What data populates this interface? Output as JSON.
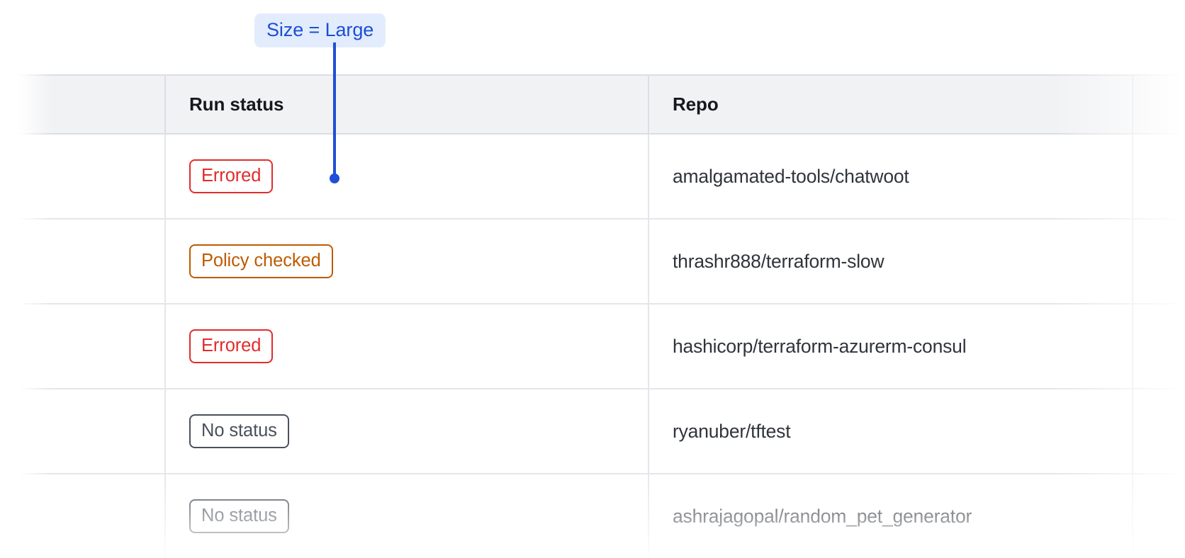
{
  "annotation": {
    "label": "Size = Large",
    "accent_color": "#1f4fd8",
    "pill_background": "#e3ecfd"
  },
  "table": {
    "columns": [
      {
        "key": "select",
        "label": ""
      },
      {
        "key": "run_status",
        "label": "Run status"
      },
      {
        "key": "repo",
        "label": "Repo"
      },
      {
        "key": "extra",
        "label": ""
      }
    ],
    "rows": [
      {
        "status": "Errored",
        "status_variant": "errored",
        "repo": "amalgamated-tools/chatwoot"
      },
      {
        "status": "Policy checked",
        "status_variant": "policy-checked",
        "repo": "thrashr888/terraform-slow"
      },
      {
        "status": "Errored",
        "status_variant": "errored",
        "repo": "hashicorp/terraform-azurerm-consul"
      },
      {
        "status": "No status",
        "status_variant": "no-status",
        "repo": "ryanuber/tftest"
      },
      {
        "status": "No status",
        "status_variant": "no-status",
        "repo": "ashrajagopal/random_pet_generator"
      }
    ],
    "status_colors": {
      "errored": "#e22c2c",
      "policy_checked": "#bd5b00",
      "no_status": "#4a505c"
    },
    "header_background": "#f1f2f4",
    "border_color": "#dcdee3"
  }
}
